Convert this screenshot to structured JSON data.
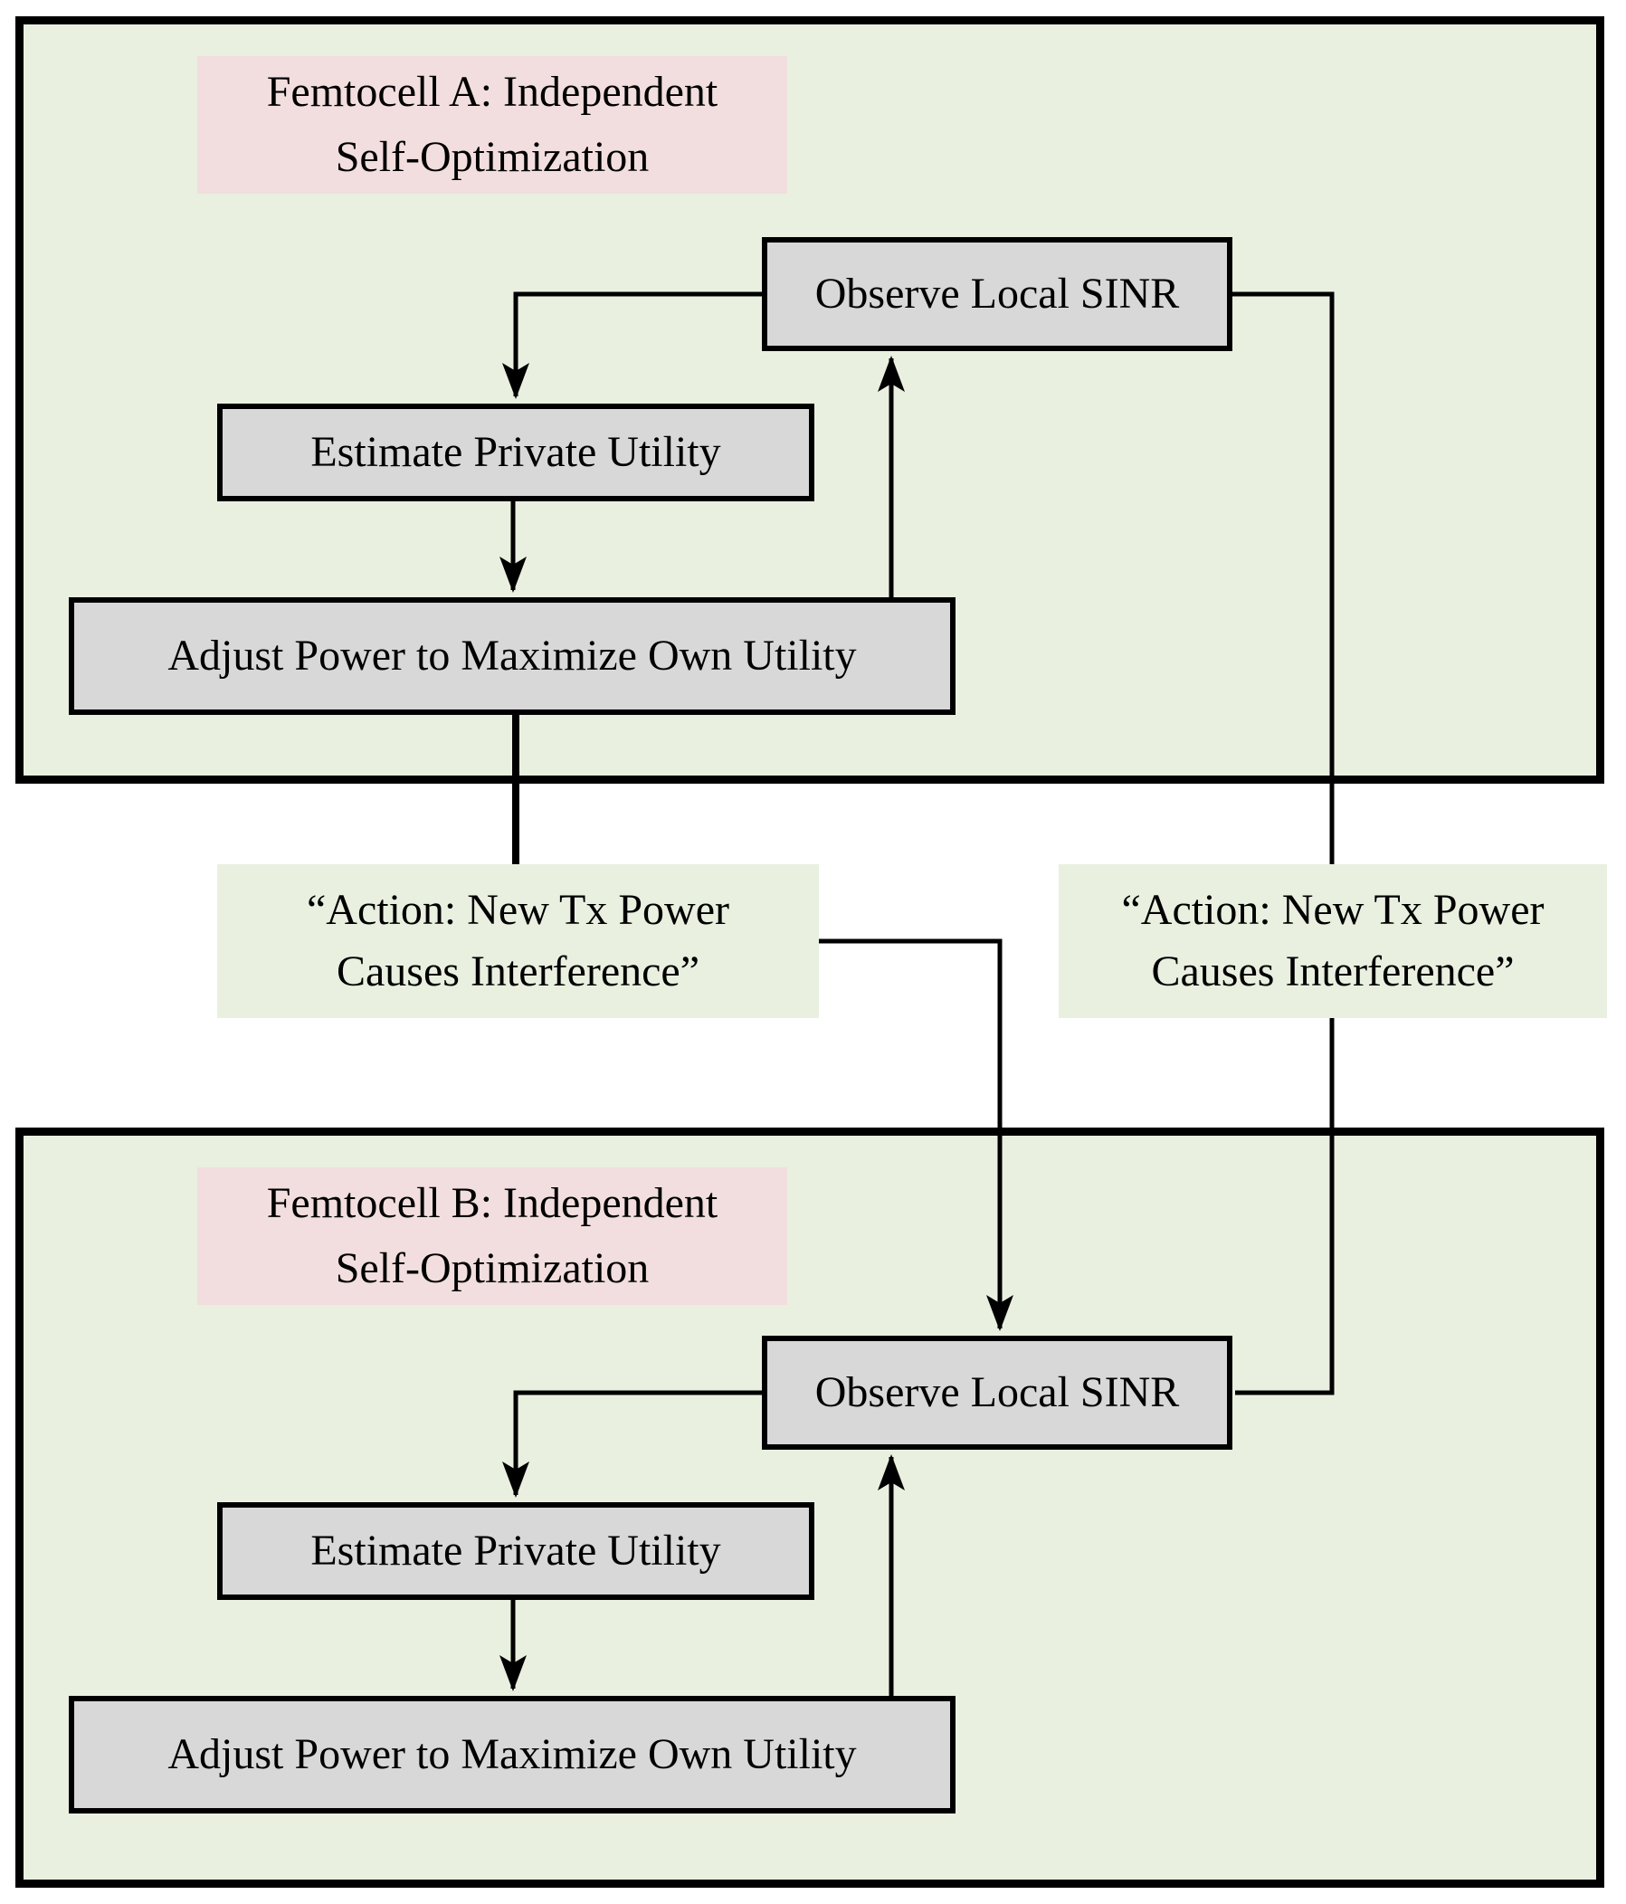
{
  "figure": {
    "type": "flow-diagram",
    "description": "Two femtocells performing independent self-optimization loops that interfere with each other"
  },
  "colors": {
    "panel-green": "#e9f0e0",
    "label-green": "#e9f0e0",
    "pink": "#f2dede",
    "box-gray": "#d8d8d8",
    "line": "#000000"
  },
  "panels": [
    {
      "name": "Femtocell A",
      "title_line1": "Femtocell A: Independent",
      "title_line2": "Self-Optimization",
      "boxes": {
        "observe": "Observe Local SINR",
        "estimate": "Estimate Private Utility",
        "adjust": "Adjust Power to Maximize Own Utility"
      }
    },
    {
      "name": "Femtocell B",
      "title_line1": "Femtocell B: Independent",
      "title_line2": "Self-Optimization",
      "boxes": {
        "observe": "Observe Local SINR",
        "estimate": "Estimate Private Utility",
        "adjust": "Adjust Power to Maximize Own Utility"
      }
    }
  ],
  "action_labels": [
    {
      "line1": "“Action: New Tx Power",
      "line2": "Causes Interference”"
    },
    {
      "line1": "“Action: New Tx Power",
      "line2": "Causes Interference”"
    }
  ]
}
